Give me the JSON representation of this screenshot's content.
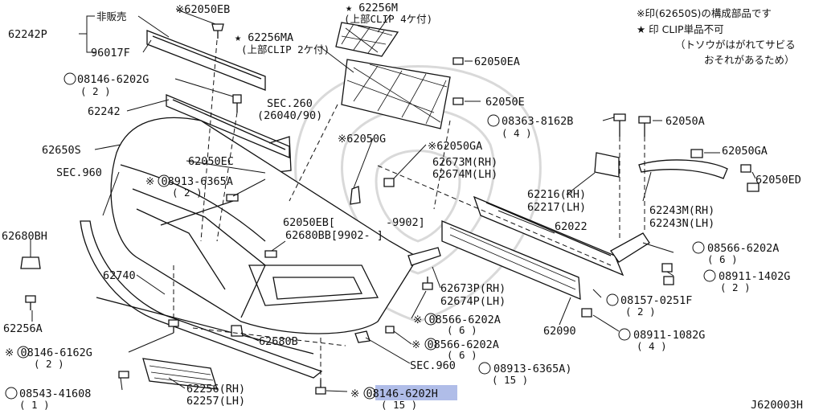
{
  "diagram_id": "J620003H",
  "notes": {
    "line1": "※印(62650S)の構成部品です",
    "line2": "★ 印 CLIP単品不可",
    "line3": "（トソウがはがれてサビる",
    "line4": "おそれがあるため）"
  },
  "labels": [
    {
      "id": "62242P",
      "text": "62242P"
    },
    {
      "id": "hihanbai",
      "text": "非販売"
    },
    {
      "id": "96017F",
      "text": "96017F"
    },
    {
      "id": "62050EB_top",
      "text": "※62050EB"
    },
    {
      "id": "62256M",
      "text": "★ 62256M"
    },
    {
      "id": "62256M_sub",
      "text": "(上部CLIP 4ケ付)"
    },
    {
      "id": "62256MA",
      "text": "★ 62256MA"
    },
    {
      "id": "62256MA_sub",
      "text": "(上部CLIP 2ケ付)"
    },
    {
      "id": "62050EA",
      "text": "62050EA"
    },
    {
      "id": "08146_6202G",
      "text": "08146-6202G"
    },
    {
      "id": "08146_6202G_q",
      "text": "( 2 )"
    },
    {
      "id": "sec260",
      "text": "SEC.260"
    },
    {
      "id": "sec260_sub",
      "text": "(26040/90)"
    },
    {
      "id": "62050E",
      "text": "62050E"
    },
    {
      "id": "62242",
      "text": "62242"
    },
    {
      "id": "08363_8162B",
      "text": "08363-8162B"
    },
    {
      "id": "08363_8162B_q",
      "text": "( 4 )"
    },
    {
      "id": "62050A",
      "text": "62050A"
    },
    {
      "id": "62650S",
      "text": "62650S"
    },
    {
      "id": "62050G",
      "text": "※62050G"
    },
    {
      "id": "62050GA_mid",
      "text": "※62050GA"
    },
    {
      "id": "62050GA_right",
      "text": "62050GA"
    },
    {
      "id": "sec960_left",
      "text": "SEC.960"
    },
    {
      "id": "62050EC",
      "text": "62050EC"
    },
    {
      "id": "62673M",
      "text": "62673M(RH)"
    },
    {
      "id": "62674M",
      "text": "62674M(LH)"
    },
    {
      "id": "62050ED",
      "text": "62050ED"
    },
    {
      "id": "08913_6365A_top",
      "text": "※ 08913-6365A"
    },
    {
      "id": "08913_6365A_top_q",
      "text": "( 2 )"
    },
    {
      "id": "62216",
      "text": "62216(RH)"
    },
    {
      "id": "62217",
      "text": "62217(LH)"
    },
    {
      "id": "62243M",
      "text": "62243M(RH)"
    },
    {
      "id": "62243N",
      "text": "62243N(LH)"
    },
    {
      "id": "9902",
      "text": "-9902]"
    },
    {
      "id": "62050EB_mid",
      "text": "62050EB["
    },
    {
      "id": "62680BB",
      "text": "62680BB[9902-    ]"
    },
    {
      "id": "62022",
      "text": "62022"
    },
    {
      "id": "62680BH",
      "text": "62680BH"
    },
    {
      "id": "08566_6202A_r",
      "text": "08566-6202A"
    },
    {
      "id": "08566_6202A_r_q",
      "text": "( 6 )"
    },
    {
      "id": "62740",
      "text": "62740"
    },
    {
      "id": "08911_1402G",
      "text": "08911-1402G"
    },
    {
      "id": "08911_1402G_q",
      "text": "( 2 )"
    },
    {
      "id": "62673P",
      "text": "62673P(RH)"
    },
    {
      "id": "62674P",
      "text": "62674P(LH)"
    },
    {
      "id": "08157_0251F",
      "text": "08157-0251F"
    },
    {
      "id": "08157_0251F_q",
      "text": "( 2 )"
    },
    {
      "id": "62256A",
      "text": "62256A"
    },
    {
      "id": "08566_6202A_m1",
      "text": "※ 08566-6202A"
    },
    {
      "id": "08566_6202A_m1_q",
      "text": "( 6 )"
    },
    {
      "id": "62090",
      "text": "62090"
    },
    {
      "id": "08911_1082G",
      "text": "08911-1082G"
    },
    {
      "id": "08911_1082G_q",
      "text": "( 4 )"
    },
    {
      "id": "08146_6162G",
      "text": "※ 08146-6162G"
    },
    {
      "id": "08146_6162G_q",
      "text": "( 2 )"
    },
    {
      "id": "62680B",
      "text": "62680B"
    },
    {
      "id": "08566_6202A_m2",
      "text": "※ 08566-6202A"
    },
    {
      "id": "08566_6202A_m2_q",
      "text": "( 6 )"
    },
    {
      "id": "sec960_bottom",
      "text": "SEC.960"
    },
    {
      "id": "08913_6365A_b",
      "text": "08913-6365A)"
    },
    {
      "id": "08913_6365A_b_q",
      "text": "( 15 )"
    },
    {
      "id": "08543_41608",
      "text": "08543-41608"
    },
    {
      "id": "08543_41608_q",
      "text": "( 1 )"
    },
    {
      "id": "62256",
      "text": "62256(RH)"
    },
    {
      "id": "62257",
      "text": "62257(LH)"
    },
    {
      "id": "08146_6202H",
      "text": "※ 08146-6202H"
    },
    {
      "id": "08146_6202H_q",
      "text": "( 15 )"
    }
  ]
}
